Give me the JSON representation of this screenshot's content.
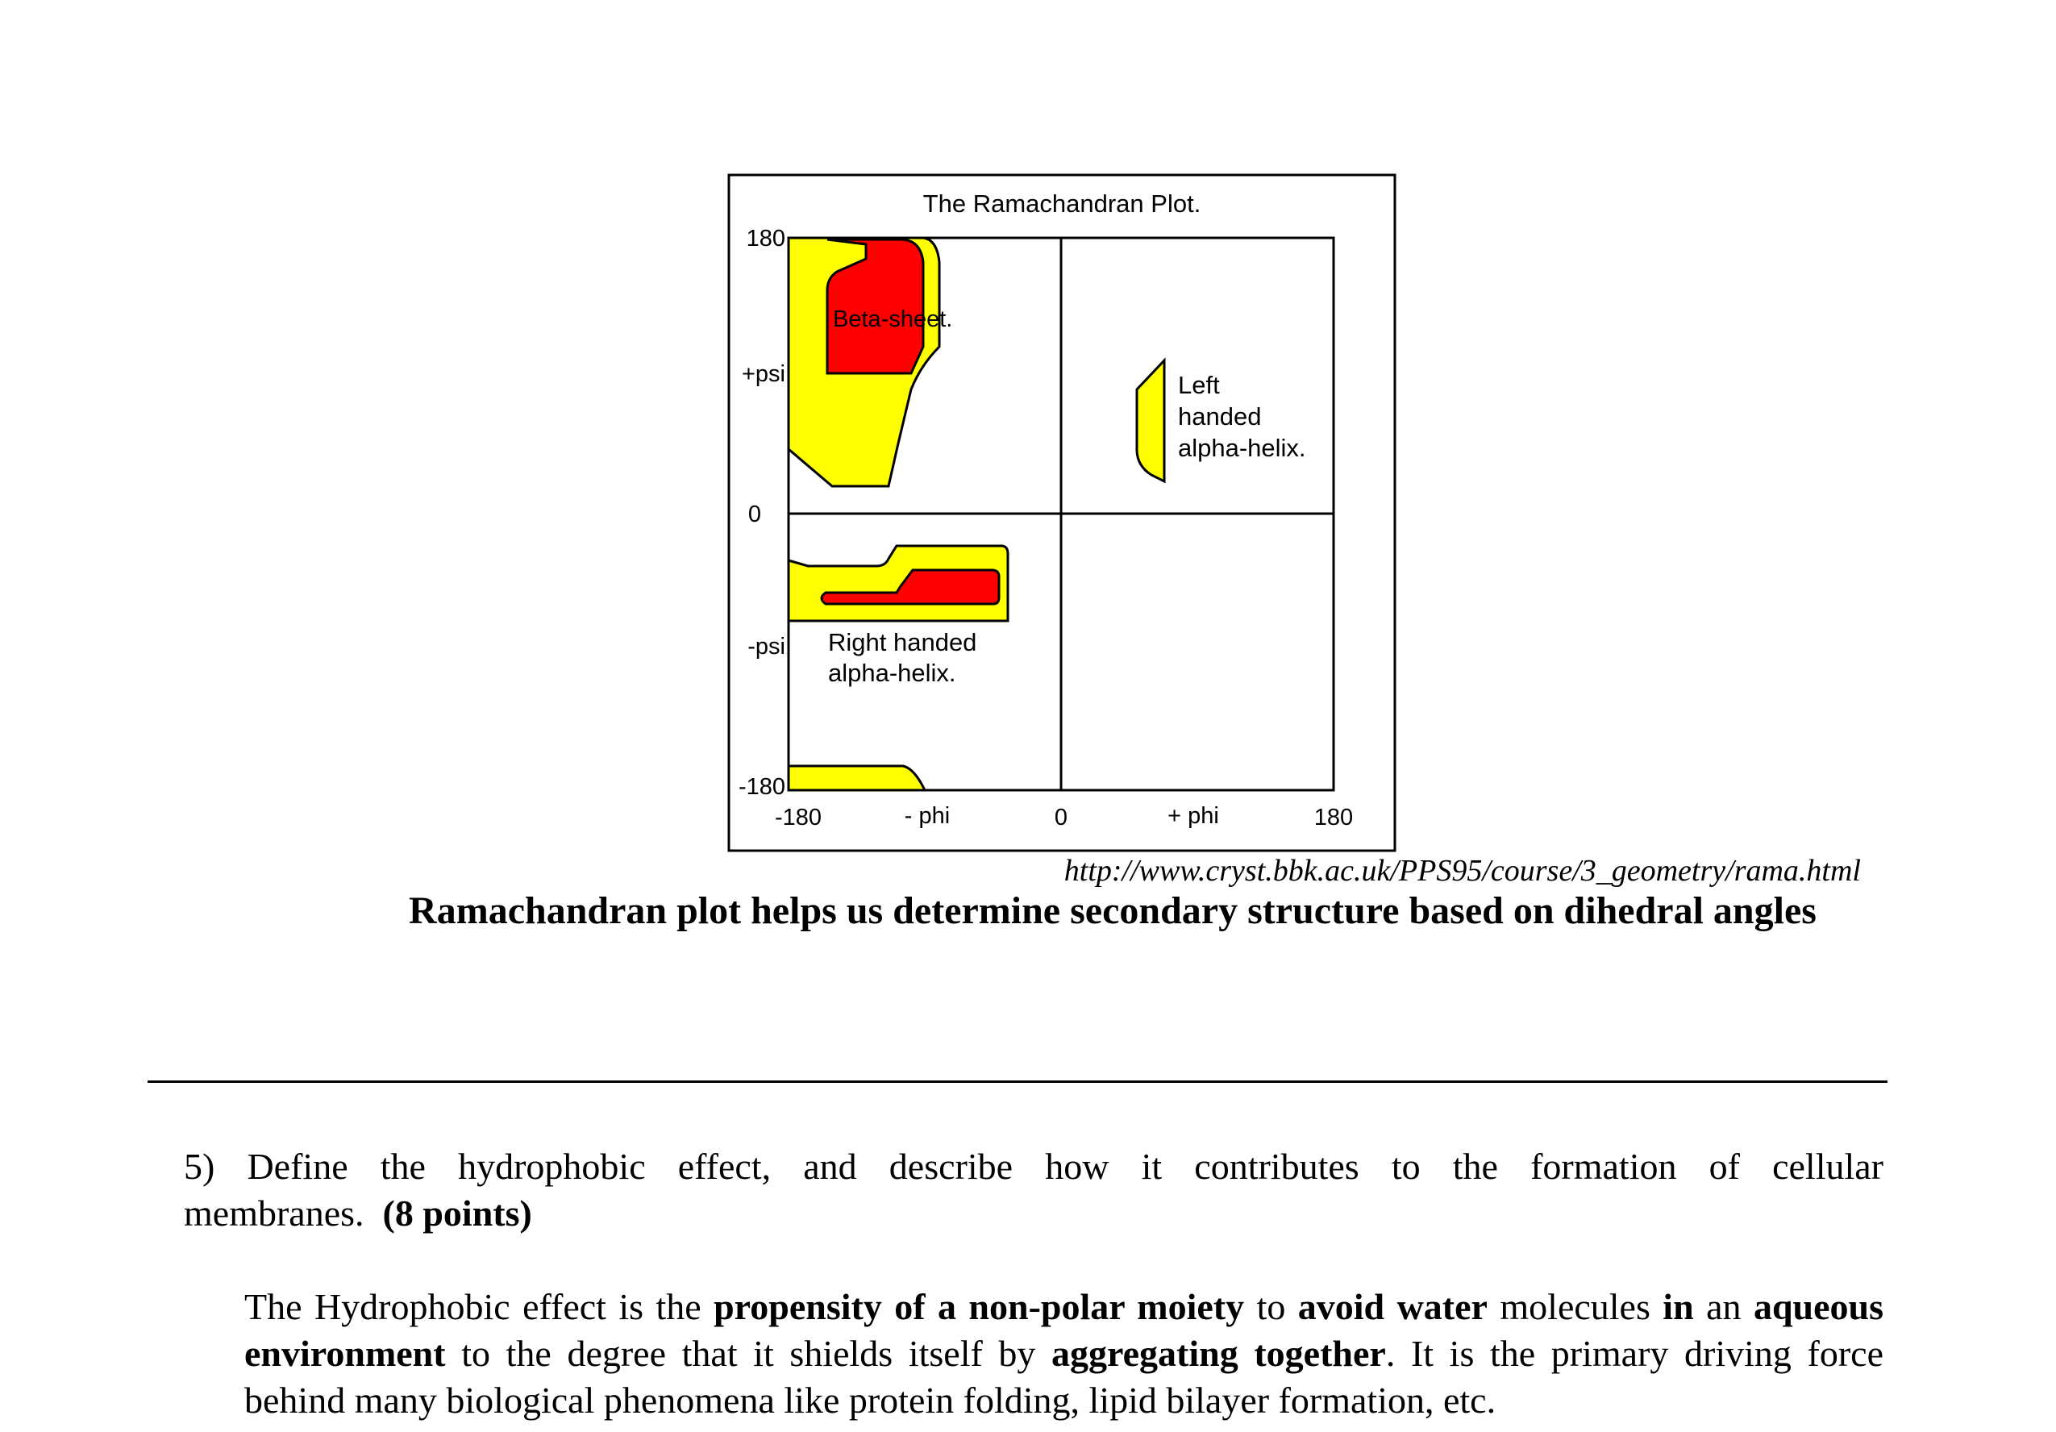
{
  "figure": {
    "title": "The Ramachandran Plot.",
    "y_ticks": [
      "180",
      "+psi",
      "0",
      "-psi",
      "-180"
    ],
    "x_ticks": [
      "-180",
      "- phi",
      "0",
      "+ phi",
      "180"
    ],
    "regions": {
      "beta_sheet": "Beta-sheet.",
      "left_helix": [
        "Left",
        "handed",
        "alpha-helix."
      ],
      "right_helix": [
        "Right handed",
        "alpha-helix."
      ]
    },
    "colors": {
      "core": "#ff0000",
      "allowed": "#ffff00",
      "outline": "#000000"
    }
  },
  "source_url": "http://www.cryst.bbk.ac.uk/PPS95/course/3_geometry/rama.html",
  "caption": "Ramachandran plot helps us determine secondary structure based on dihedral angles",
  "question": {
    "line1": "5) Define the hydrophobic effect, and describe how it contributes to the formation of cellular",
    "line2": "membranes.",
    "points": "(8 points)"
  },
  "answer": {
    "t1": "The Hydrophobic effect is the ",
    "b1": "propensity of a non-polar moiety",
    "t2": " to ",
    "b2": "avoid water",
    "t3": " molecules ",
    "b3": "in",
    "t4": " an ",
    "b4": "aqueous environment",
    "t5": " to the degree that it shields itself by ",
    "b5": "aggregating together",
    "t6": ". It is the primary driving force behind many biological phenomena like protein folding, lipid bilayer formation, etc."
  }
}
